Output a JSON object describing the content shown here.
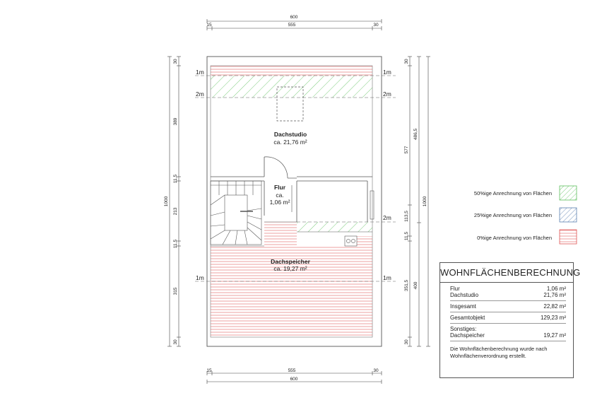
{
  "dimensions": {
    "top_total": "600",
    "top_left": "15",
    "top_mid": "555",
    "top_right": "30",
    "bottom_total": "600",
    "bottom_left": "15",
    "bottom_mid": "555",
    "bottom_right": "30",
    "left_total": "1000",
    "left_30_top": "30",
    "left_389": "389",
    "left_11_5_a": "11,5",
    "left_213": "213",
    "left_11_5_b": "11,5",
    "left_315": "315",
    "left_30_bottom": "30",
    "right_outer": "1000",
    "right_30_top": "30",
    "right_486_5": "486,5",
    "right_577": "577",
    "right_113_5": "113,5",
    "right_11_5": "11,5",
    "right_351_5": "351,5",
    "right_400": "400",
    "right_30_bottom": "30"
  },
  "height_markers": {
    "one_m": "1m",
    "two_m": "2m"
  },
  "rooms": {
    "dachstudio_name": "Dachstudio",
    "dachstudio_area": "ca. 21,76 m²",
    "flur_name": "Flur",
    "flur_area_line1": "ca.",
    "flur_area_line2": "1,06 m²",
    "dachspeicher_name": "Dachspeicher",
    "dachspeicher_area": "ca. 19,27 m²"
  },
  "legend": [
    {
      "label": "50%ige Anrechnung von Flächen",
      "color": "#5cbf5c"
    },
    {
      "label": "25%ige Anrechnung von Flächen",
      "color": "#5a7fb0"
    },
    {
      "label": "0%ige Anrechnung von Flächen",
      "color": "#e05555"
    }
  ],
  "calculation": {
    "title": "WOHNFLÄCHENBERECHNUNG",
    "flur_label": "Flur",
    "flur_value": "1,06 m²",
    "dachstudio_label": "Dachstudio",
    "dachstudio_value": "21,76 m²",
    "insgesamt_label": "Insgesamt",
    "insgesamt_value": "22,82 m²",
    "gesamtobjekt_label": "Gesamtobjekt",
    "gesamtobjekt_value": "129,23 m²",
    "sonstiges_label": "Sonstiges:",
    "dachspeicher_label": "Dachspeicher",
    "dachspeicher_value": "19,27 m²",
    "note": "Die Wohnflächenberechnung wurde nach Wohnflächenverordnung erstellt."
  }
}
